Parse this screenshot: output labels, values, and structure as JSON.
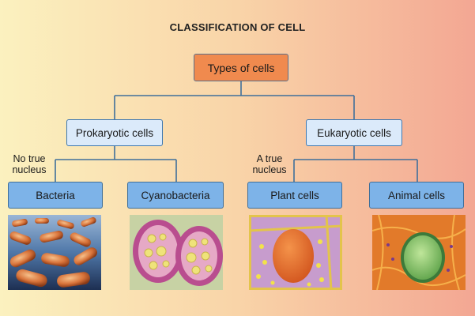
{
  "title": "CLASSIFICATION OF CELL",
  "root": "Types of cells",
  "branches": {
    "prokaryotic": {
      "label": "Prokaryotic cells",
      "note": [
        "No true",
        "nucleus"
      ],
      "children": [
        "Bacteria",
        "Cyanobacteria"
      ]
    },
    "eukaryotic": {
      "label": "Eukaryotic cells",
      "note": [
        "A true",
        "nucleus"
      ],
      "children": [
        "Plant cells",
        "Animal cells"
      ]
    }
  },
  "colors": {
    "root_fill": "#f08a4e",
    "mid_fill": "#dbeafa",
    "leaf_fill": "#7db3e8",
    "connector": "#3f6f9a"
  }
}
